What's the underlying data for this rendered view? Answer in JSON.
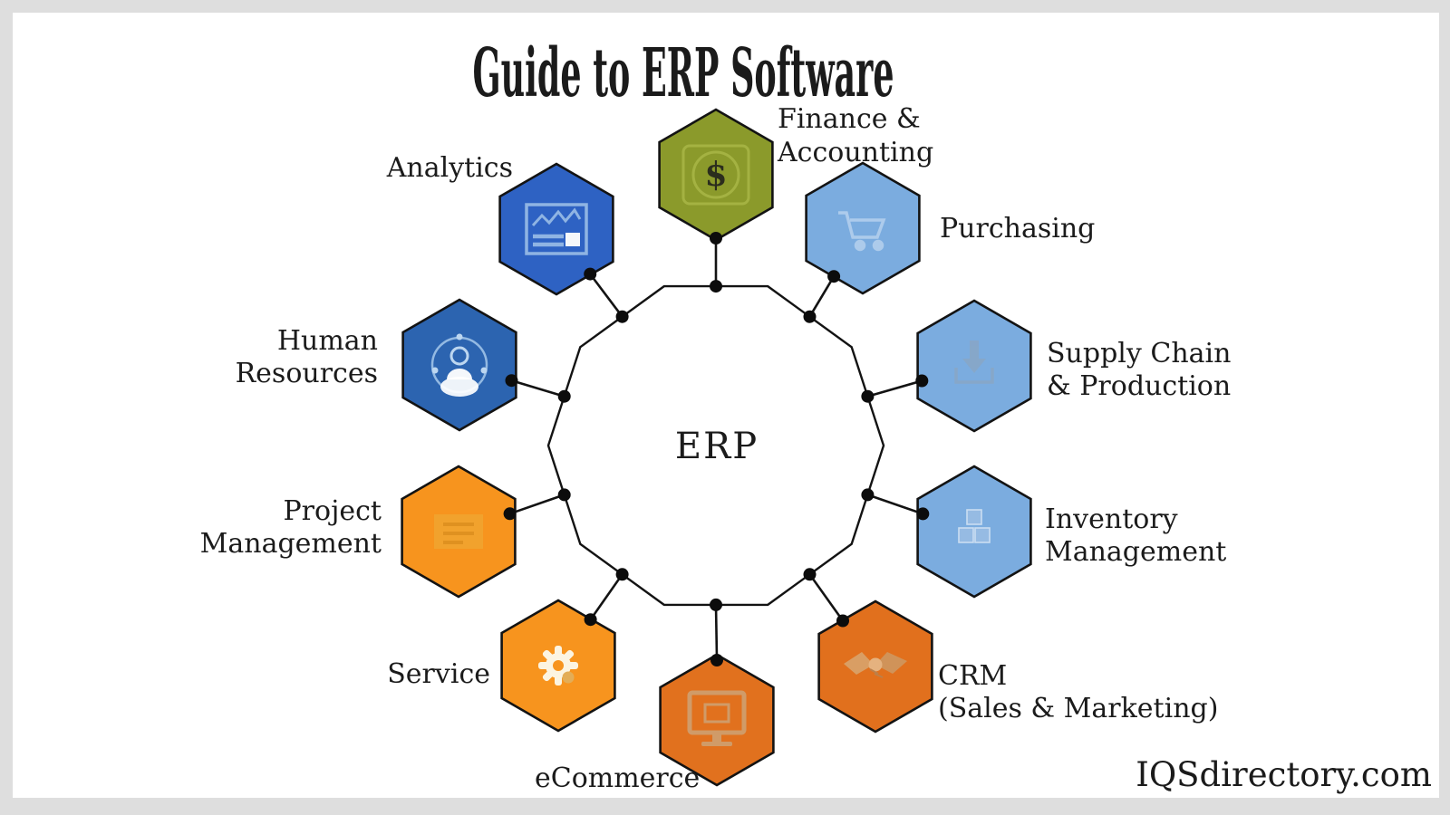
{
  "title": "Guide to ERP Software",
  "center": {
    "label": "ERP"
  },
  "watermark": "IQSdirectory.com",
  "frame": {
    "border_color": "#dedede",
    "background": "#ffffff"
  },
  "line_color": "#131313",
  "modules": [
    {
      "name": "Finance & Accounting",
      "label_lines": [
        "Finance &",
        "Accounting"
      ],
      "color": "#8B9A2B",
      "icon": "dollar-coin-icon",
      "icon_glyph": "$"
    },
    {
      "name": "Purchasing",
      "label_lines": [
        "Purchasing"
      ],
      "color": "#7BACDF",
      "icon": "shopping-cart-icon"
    },
    {
      "name": "Supply Chain & Production",
      "label_lines": [
        "Supply Chain",
        "& Production"
      ],
      "color": "#7BACDF",
      "icon": "conveyor-arrow-icon"
    },
    {
      "name": "Inventory Management",
      "label_lines": [
        "Inventory",
        "Management"
      ],
      "color": "#7BACDF",
      "icon": "stacked-boxes-icon"
    },
    {
      "name": "CRM (Sales & Marketing)",
      "label_lines": [
        "CRM",
        "(Sales & Marketing)"
      ],
      "color": "#E1701D",
      "icon": "handshake-icon"
    },
    {
      "name": "eCommerce",
      "label_lines": [
        "eCommerce"
      ],
      "color": "#E1711E",
      "icon": "monitor-icon"
    },
    {
      "name": "Service",
      "label_lines": [
        "Service"
      ],
      "color": "#F7941E",
      "icon": "gear-wrench-icon"
    },
    {
      "name": "Project Management",
      "label_lines": [
        "Project",
        "Management"
      ],
      "color": "#F7941E",
      "icon": "task-list-icon"
    },
    {
      "name": "Human Resources",
      "label_lines": [
        "Human",
        "Resources"
      ],
      "color": "#2C64B0",
      "icon": "person-network-icon"
    },
    {
      "name": "Analytics",
      "label_lines": [
        "Analytics"
      ],
      "color": "#2E62C3",
      "icon": "chart-board-icon"
    }
  ]
}
